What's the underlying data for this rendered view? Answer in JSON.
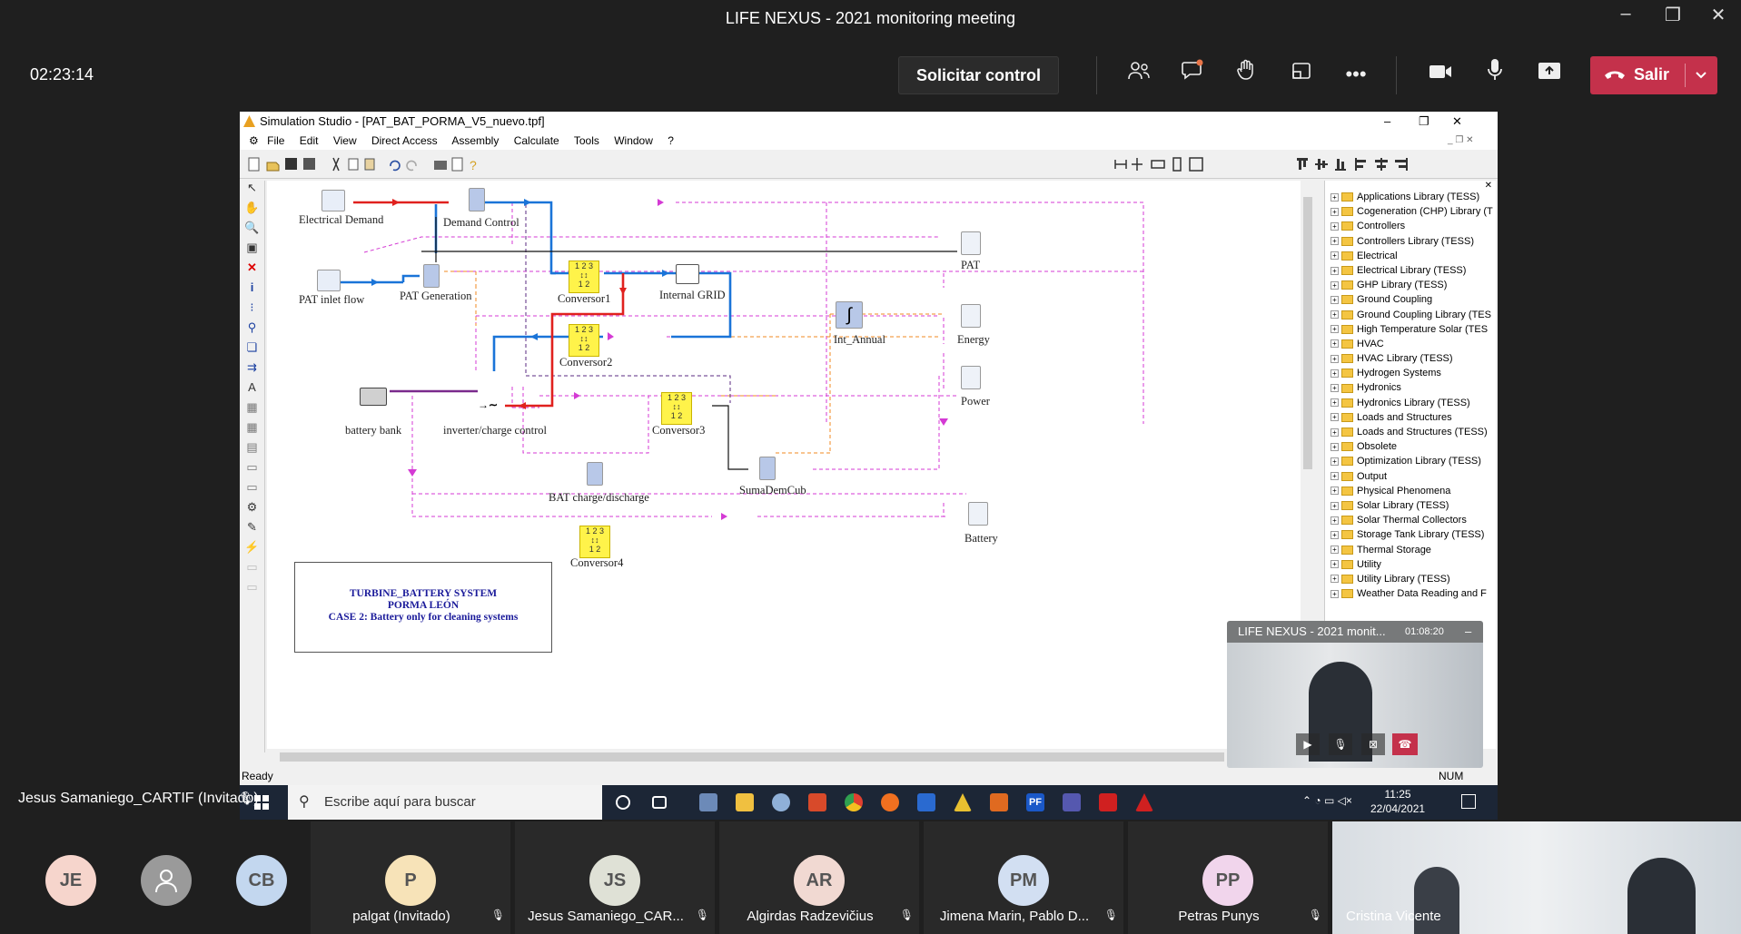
{
  "meeting": {
    "title": "LIFE NEXUS - 2021 monitoring meeting",
    "timer": "02:23:14",
    "request_control": "Solicitar control",
    "leave": "Salir",
    "icons": [
      "participants-icon",
      "chat-icon",
      "reactions-icon",
      "share-tray-icon",
      "more-icon",
      "camera-icon",
      "mic-icon",
      "share-icon"
    ]
  },
  "app": {
    "title": "Simulation Studio - [PAT_BAT_PORMA_V5_nuevo.tpf]",
    "menu": [
      "File",
      "Edit",
      "View",
      "Direct Access",
      "Assembly",
      "Calculate",
      "Tools",
      "Window",
      "?"
    ],
    "status": "Ready",
    "num": "NUM"
  },
  "diagram": {
    "labels": {
      "electrical_demand": "Electrical Demand",
      "demand_control": "Demand Control",
      "pat_inlet": "PAT inlet flow",
      "pat_generation": "PAT Generation",
      "conversor1": "Conversor1",
      "internal_grid": "Internal GRID",
      "conversor2": "Conversor2",
      "pat": "PAT",
      "int_annual": "Int_Annual",
      "energy": "Energy",
      "power": "Power",
      "battery_bank": "battery bank",
      "inverter": "inverter/charge control",
      "conversor3": "Conversor3",
      "sumademcub": "SumaDemCub",
      "bat_charge": "BAT charge/discharge",
      "battery": "Battery",
      "conversor4": "Conversor4"
    },
    "note": {
      "line1": "TURBINE_BATTERY SYSTEM",
      "line2": "PORMA LEÓN",
      "line3": "CASE 2: Battery only for cleaning systems"
    }
  },
  "library": [
    "Applications Library (TESS)",
    "Cogeneration (CHP) Library (T",
    "Controllers",
    "Controllers Library (TESS)",
    "Electrical",
    "Electrical Library (TESS)",
    "GHP Library (TESS)",
    "Ground Coupling",
    "Ground Coupling Library (TES",
    "High Temperature Solar (TES",
    "HVAC",
    "HVAC Library (TESS)",
    "Hydrogen Systems",
    "Hydronics",
    "Hydronics Library (TESS)",
    "Loads and Structures",
    "Loads and Structures (TESS)",
    "Obsolete",
    "Optimization Library (TESS)",
    "Output",
    "Physical Phenomena",
    "Solar Library (TESS)",
    "Solar Thermal Collectors",
    "Storage Tank Library (TESS)",
    "Thermal Storage",
    "Utility",
    "Utility Library (TESS)",
    "Weather Data Reading and F"
  ],
  "taskbar": {
    "search": "Escribe aquí para buscar",
    "time": "11:25",
    "date": "22/04/2021"
  },
  "presenter": "Jesus Samaniego_CARTIF (Invitado)",
  "pip": {
    "title": "LIFE NEXUS - 2021 monit...",
    "time": "01:08:20"
  },
  "participants": [
    {
      "initials": "JE",
      "name": "",
      "color": "#f6d5cc"
    },
    {
      "initials": "",
      "name": "",
      "color": "#9a9a9a"
    },
    {
      "initials": "CB",
      "name": "",
      "color": "#c3d7ef"
    },
    {
      "initials": "P",
      "name": "palgat (Invitado)",
      "color": "#f7e3b8"
    },
    {
      "initials": "JS",
      "name": "Jesus Samaniego_CAR...",
      "color": "#dfe1d6"
    },
    {
      "initials": "AR",
      "name": "Algirdas Radzevičius",
      "color": "#f1d9d2"
    },
    {
      "initials": "PM",
      "name": "Jimena Marin, Pablo D...",
      "color": "#d2dff2"
    },
    {
      "initials": "PP",
      "name": "Petras Punys",
      "color": "#f1d5ec"
    },
    {
      "initials": "",
      "name": "Cristina Vicente",
      "color": ""
    }
  ]
}
